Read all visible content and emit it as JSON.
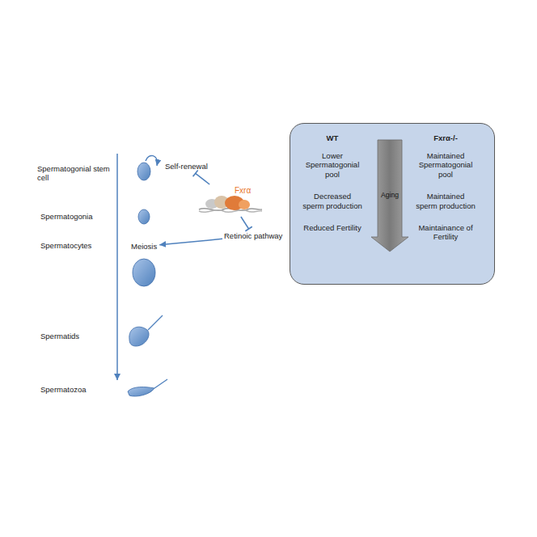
{
  "diagram": {
    "nodes": [
      {
        "text": [
          "Self-renewal"
        ]
      },
      {
        "text": [
          "Fxrα"
        ]
      },
      {
        "text": [
          "Retinoic pathway"
        ]
      },
      {
        "text": [
          "Meiosis"
        ]
      },
      {
        "text": [
          "WT",
          "Fxrα-/-"
        ]
      },
      {
        "text": [
          "Lower Spermatogonial pool"
        ],
        "in": 4
      },
      {
        "text": [
          "Decreased sperm production"
        ],
        "in": 4
      },
      {
        "text": [
          "Reduced Fertility"
        ],
        "in": 4
      },
      {
        "text": [
          "Aging"
        ],
        "in": 4
      },
      {
        "text": [
          "Maintained Spermatogonial pool"
        ],
        "in": 4
      },
      {
        "text": [
          "Maintained sperm production"
        ],
        "in": 4
      },
      {
        "text": [
          "Maintainance of Fertility"
        ],
        "in": 4
      }
    ],
    "edges": [
      {
        "from": 1,
        "to": 0,
        "arrow": "to"
      },
      {
        "from": 1,
        "to": 2,
        "arrow": "to"
      },
      {
        "from": 2,
        "to": 3,
        "arrow": "to"
      },
      {
        "from": 5,
        "to": 6,
        "arrow": "to"
      },
      {
        "from": 6,
        "to": 7,
        "arrow": "to"
      },
      {
        "from": 9,
        "to": 10,
        "arrow": "to"
      },
      {
        "from": 10,
        "to": 11,
        "arrow": "to"
      }
    ],
    "labels": [
      "Spermatogonial stem cell",
      "Spermatogonia",
      "Spermatocytes",
      "Spermatids",
      "Spermatozoa"
    ]
  }
}
